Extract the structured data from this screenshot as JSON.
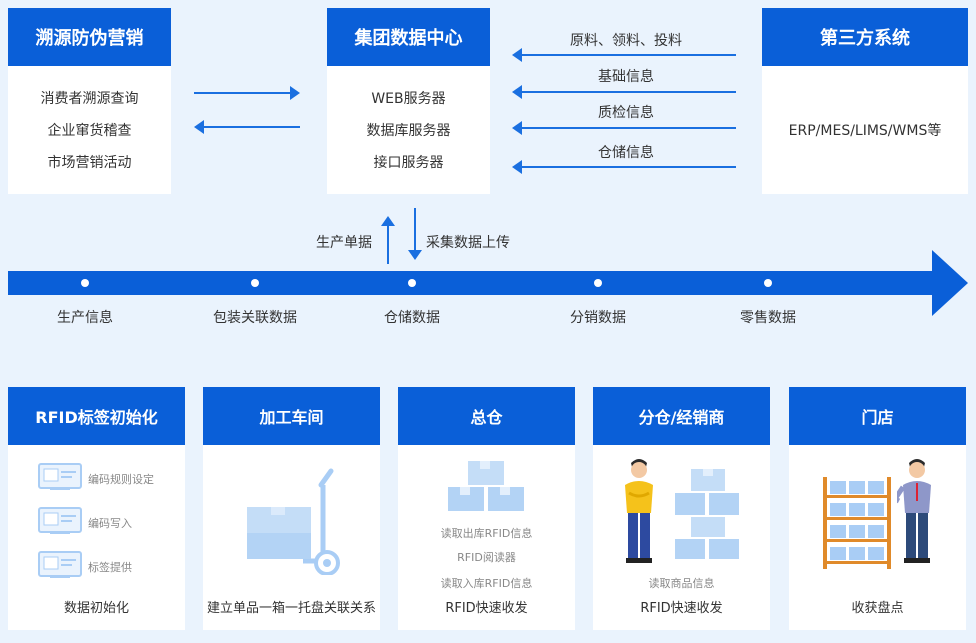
{
  "top": {
    "left": {
      "title": "溯源防伪营销",
      "items": [
        "消费者溯源查询",
        "企业窜货稽查",
        "市场营销活动"
      ]
    },
    "center": {
      "title": "集团数据中心",
      "items": [
        "WEB服务器",
        "数据库服务器",
        "接口服务器"
      ]
    },
    "right": {
      "title": "第三方系统",
      "text": "ERP/MES/LIMS/WMS等"
    },
    "flows": [
      "原料、领料、投料",
      "基础信息",
      "质检信息",
      "仓储信息"
    ]
  },
  "vertical": {
    "up_label": "生产单据",
    "down_label": "采集数据上传"
  },
  "timeline": [
    "生产信息",
    "包装关联数据",
    "仓储数据",
    "分销数据",
    "零售数据"
  ],
  "colors": {
    "primary": "#0a5fd8",
    "background": "#eaf3fd",
    "icon_light": "#a9cdf5"
  },
  "bottom": [
    {
      "title": "RFID标签初始化",
      "steps": [
        "编码规则设定",
        "编码写入",
        "标签提供"
      ],
      "footer": "数据初始化"
    },
    {
      "title": "加工车间",
      "footer": "建立单品一箱一托盘关联关系"
    },
    {
      "title": "总仓",
      "lines": [
        "读取出库RFID信息",
        "RFID阅读器",
        "读取入库RFID信息"
      ],
      "footer": "RFID快速收发"
    },
    {
      "title": "分仓/经销商",
      "lines": [
        "读取商品信息"
      ],
      "footer": "RFID快速收发"
    },
    {
      "title": "门店",
      "footer": "收获盘点"
    }
  ]
}
